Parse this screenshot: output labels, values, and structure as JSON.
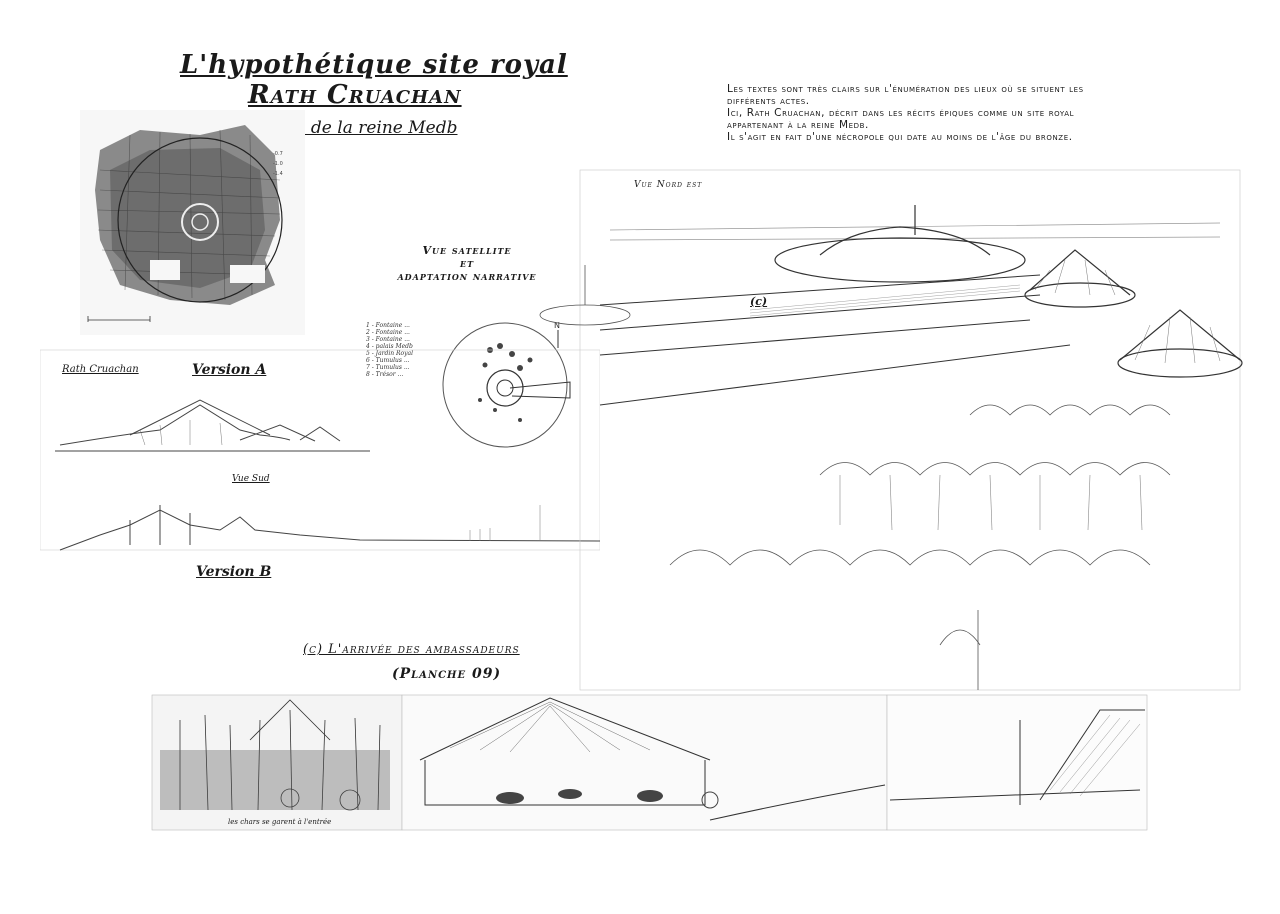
{
  "title": {
    "line1": "L'hypothétique site royal",
    "line2": "Rath Cruachan",
    "line3": "Le palais de la reine Medb"
  },
  "intro_lines": [
    "Les textes sont très clairs sur l'énumération des lieux où se situent les",
    "différents actes.",
    "Ici, Rath Cruachan, décrit dans les récits épiques comme un site royal",
    "appartenant à la reine Medb.",
    "Il s'agit en fait d'une nécropole qui date au moins de l'âge du bronze."
  ],
  "satellite_label": {
    "line1": "Vue satellite",
    "line2": "et",
    "line3": "adaptation narrative"
  },
  "version_a": "Version A",
  "version_b": "Version B",
  "rath_small": "Rath Cruachan",
  "vue_sud": "Vue Sud",
  "vue_nord_est": "Vue Nord est",
  "c_mark": "(c)",
  "arrivee": "(c) L'arrivée des ambassadeurs",
  "planche": "(Planche 09)",
  "caption_bottom": "les chars se garent à l'entrée",
  "legend_notes": [
    "1 - Fontaine ...",
    "2 - Fontaine ...",
    "3 - Fontaine ...",
    "4 - palais Medb",
    "5 - Jardin Royal",
    "6 - Tumulus ...",
    "7 - Tumulus ...",
    "8 - Trésor ..."
  ]
}
